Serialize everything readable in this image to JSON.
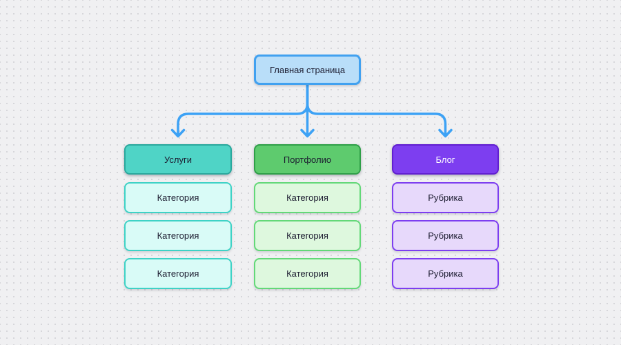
{
  "app": {
    "type": "diagram-canvas",
    "background": "#f0f0f2",
    "dot_color": "#d5d5d9"
  },
  "root": {
    "label": "Главная страница"
  },
  "columns": [
    {
      "id": "services",
      "header": "Услуги",
      "children": [
        "Категория",
        "Категория",
        "Категория"
      ]
    },
    {
      "id": "portfolio",
      "header": "Портфолио",
      "children": [
        "Категория",
        "Категория",
        "Категория"
      ]
    },
    {
      "id": "blog",
      "header": "Блог",
      "children": [
        "Рубрика",
        "Рубрика",
        "Рубрика"
      ]
    }
  ],
  "connectors": {
    "color": "#3da2f5",
    "from": "Главная страница",
    "to": [
      "Услуги",
      "Портфолио",
      "Блог"
    ]
  },
  "colors": {
    "root_fill": "#b9def9",
    "root_border": "#41a1f0",
    "services_header_fill": "#4fd4c6",
    "services_header_border": "#2aa89d",
    "services_leaf_fill": "#d9fbf7",
    "services_leaf_border": "#3ed2c6",
    "portfolio_header_fill": "#5ecb6e",
    "portfolio_header_border": "#2f9f48",
    "portfolio_leaf_fill": "#def8de",
    "portfolio_leaf_border": "#63d878",
    "blog_header_fill": "#7d3ef0",
    "blog_header_border": "#611fd0",
    "blog_leaf_fill": "#e7d9fb",
    "blog_leaf_border": "#7d3ef0",
    "arrow": "#3da2f5"
  }
}
